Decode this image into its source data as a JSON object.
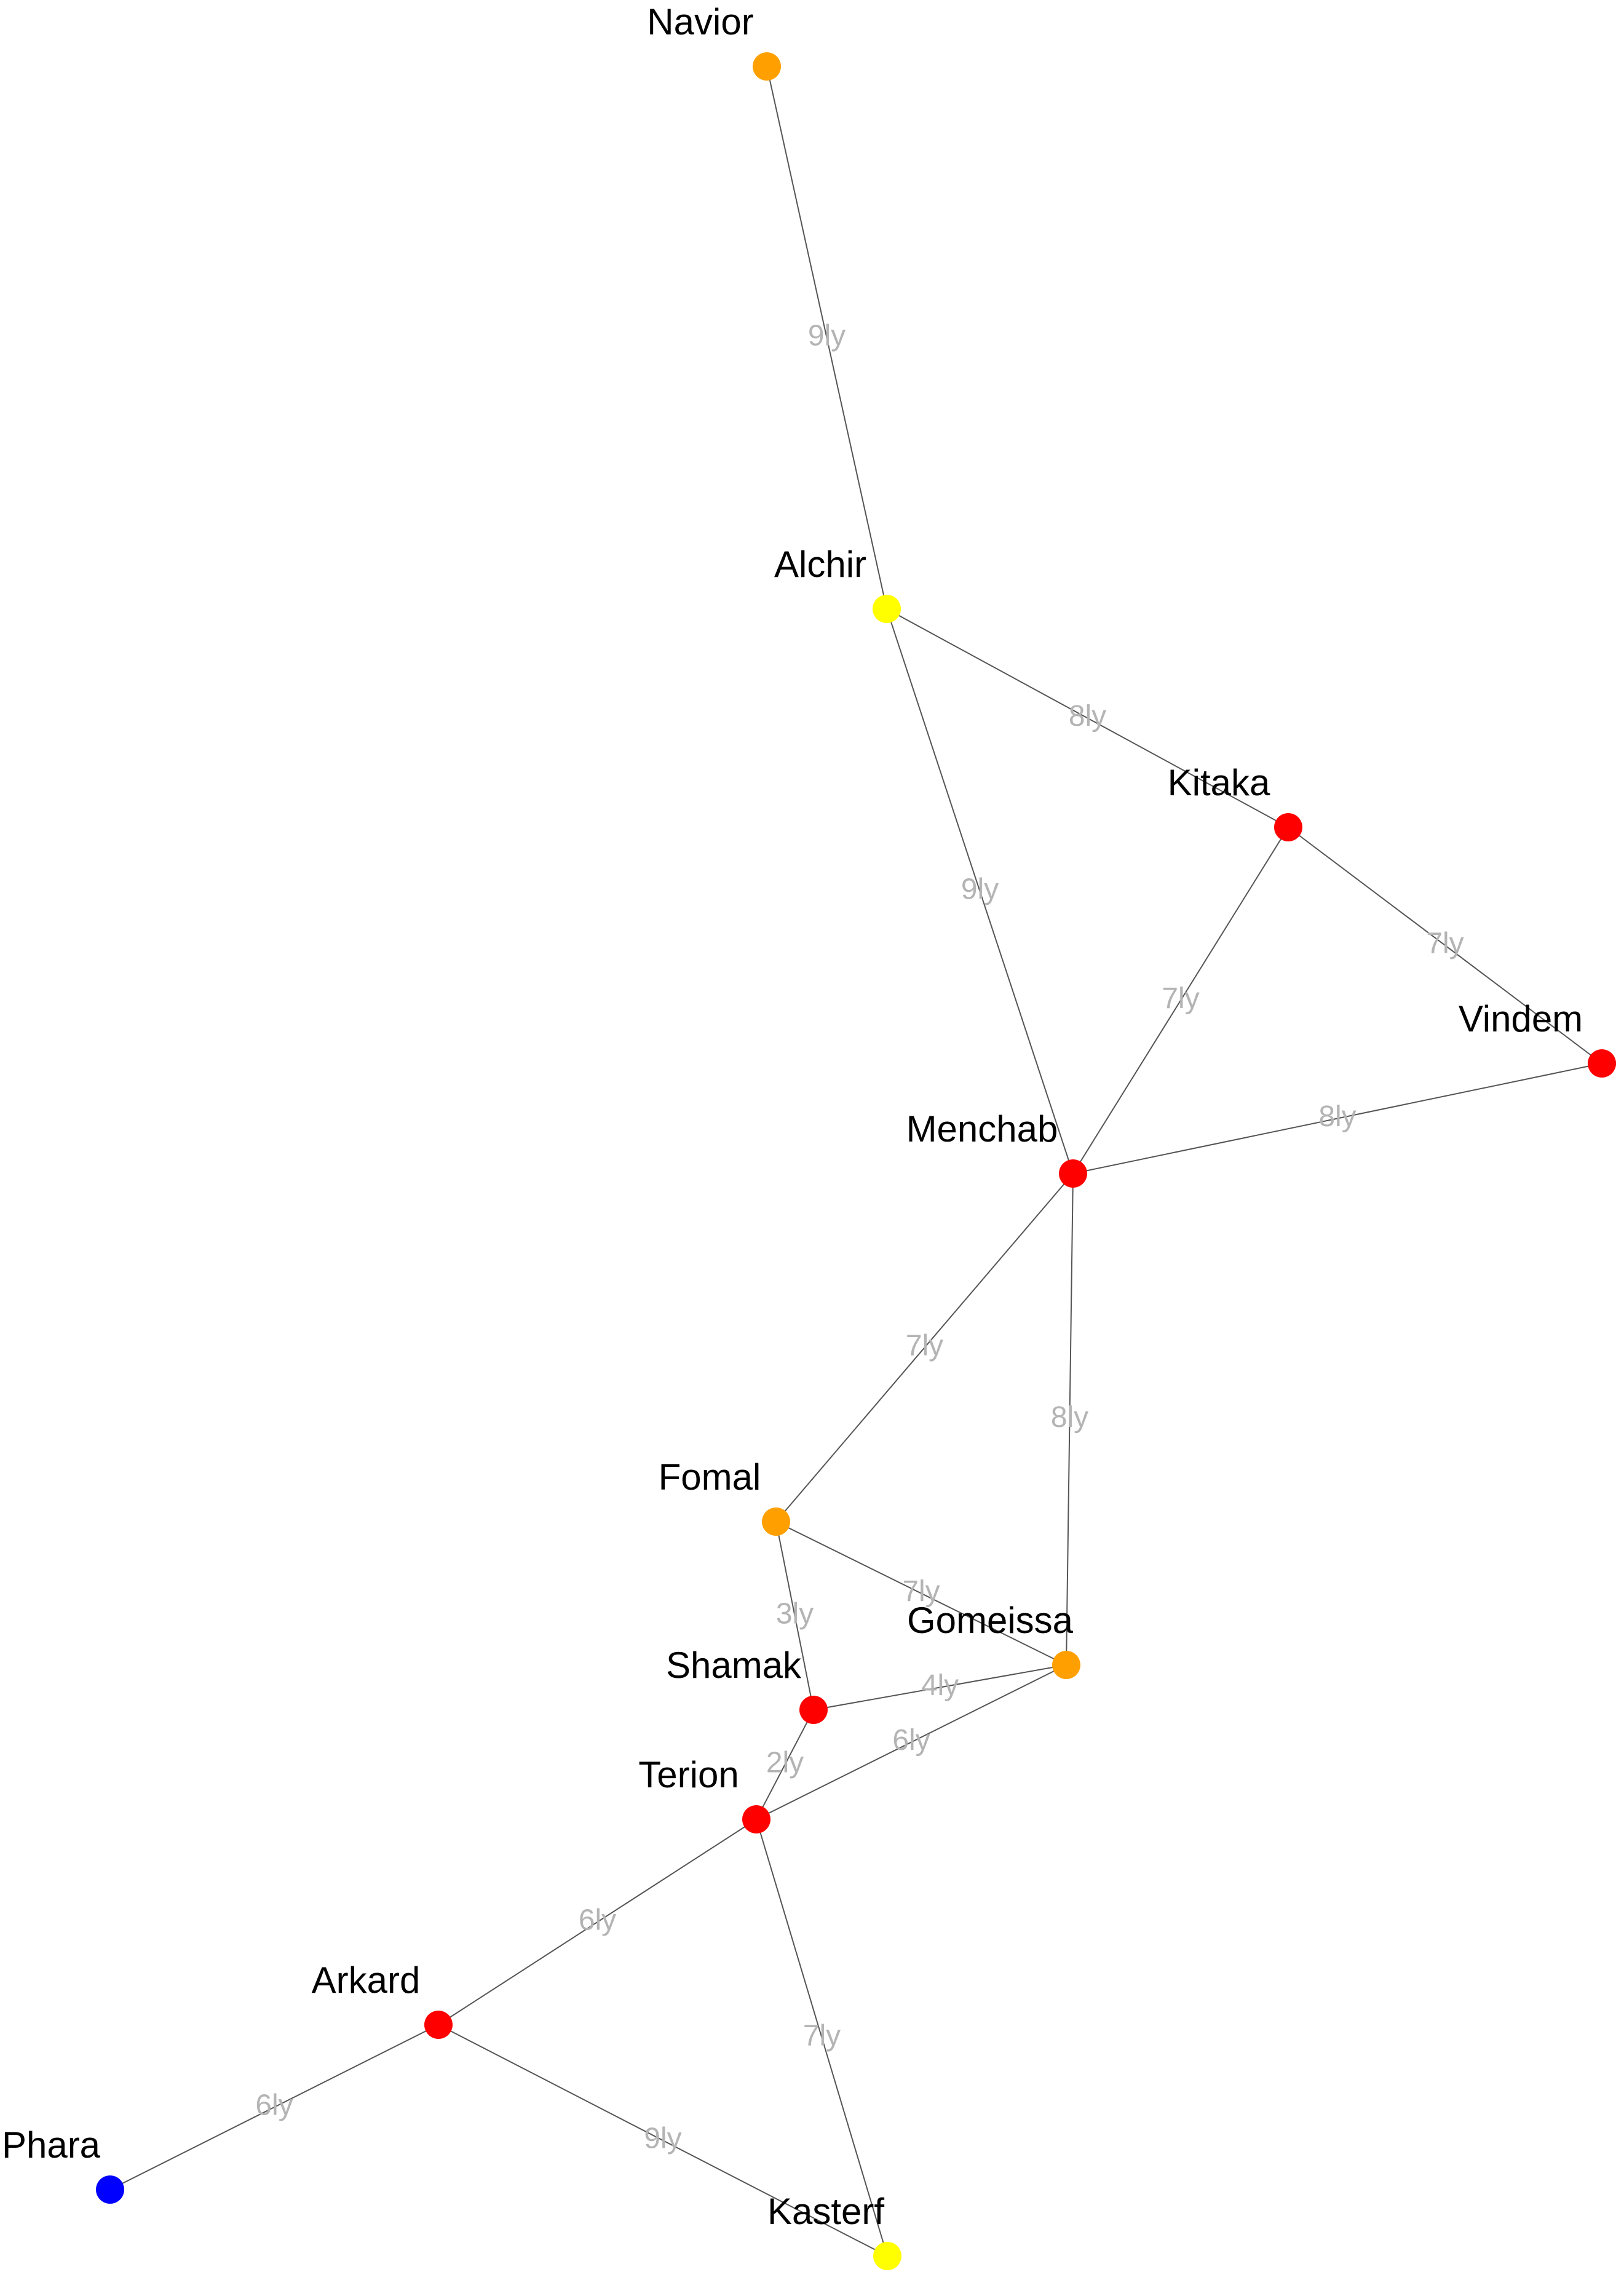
{
  "colors": {
    "background": "#ffffff",
    "edge": "#555555",
    "edge_label": "#b4b4b4",
    "node_label": "#000000",
    "red": "#ff0000",
    "orange": "#ffa000",
    "yellow": "#ffff00",
    "blue": "#0000ff"
  },
  "nodes": [
    {
      "id": "navior",
      "label": "Navior",
      "color": "#ffa000"
    },
    {
      "id": "alchir",
      "label": "Alchir",
      "color": "#ffff00"
    },
    {
      "id": "kitaka",
      "label": "Kitaka",
      "color": "#ff0000"
    },
    {
      "id": "vindem",
      "label": "Vindem",
      "color": "#ff0000"
    },
    {
      "id": "menchab",
      "label": "Menchab",
      "color": "#ff0000"
    },
    {
      "id": "fomal",
      "label": "Fomal",
      "color": "#ffa000"
    },
    {
      "id": "gomeissa",
      "label": "Gomeissa",
      "color": "#ffa000"
    },
    {
      "id": "shamak",
      "label": "Shamak",
      "color": "#ff0000"
    },
    {
      "id": "terion",
      "label": "Terion",
      "color": "#ff0000"
    },
    {
      "id": "arkard",
      "label": "Arkard",
      "color": "#ff0000"
    },
    {
      "id": "phara",
      "label": "Phara",
      "color": "#0000ff"
    },
    {
      "id": "kasterf",
      "label": "Kasterf",
      "color": "#ffff00"
    }
  ],
  "edges": [
    {
      "source": "navior",
      "target": "alchir",
      "label": "9ly"
    },
    {
      "source": "alchir",
      "target": "kitaka",
      "label": "8ly"
    },
    {
      "source": "alchir",
      "target": "menchab",
      "label": "9ly"
    },
    {
      "source": "kitaka",
      "target": "vindem",
      "label": "7ly"
    },
    {
      "source": "kitaka",
      "target": "menchab",
      "label": "7ly"
    },
    {
      "source": "menchab",
      "target": "vindem",
      "label": "8ly"
    },
    {
      "source": "menchab",
      "target": "fomal",
      "label": "7ly"
    },
    {
      "source": "menchab",
      "target": "gomeissa",
      "label": "8ly"
    },
    {
      "source": "fomal",
      "target": "gomeissa",
      "label": "7ly"
    },
    {
      "source": "fomal",
      "target": "shamak",
      "label": "3ly"
    },
    {
      "source": "shamak",
      "target": "gomeissa",
      "label": "4ly"
    },
    {
      "source": "shamak",
      "target": "terion",
      "label": "2ly"
    },
    {
      "source": "terion",
      "target": "gomeissa",
      "label": "6ly"
    },
    {
      "source": "terion",
      "target": "arkard",
      "label": "6ly"
    },
    {
      "source": "terion",
      "target": "kasterf",
      "label": "7ly"
    },
    {
      "source": "arkard",
      "target": "kasterf",
      "label": "9ly"
    },
    {
      "source": "arkard",
      "target": "phara",
      "label": "6ly"
    }
  ]
}
